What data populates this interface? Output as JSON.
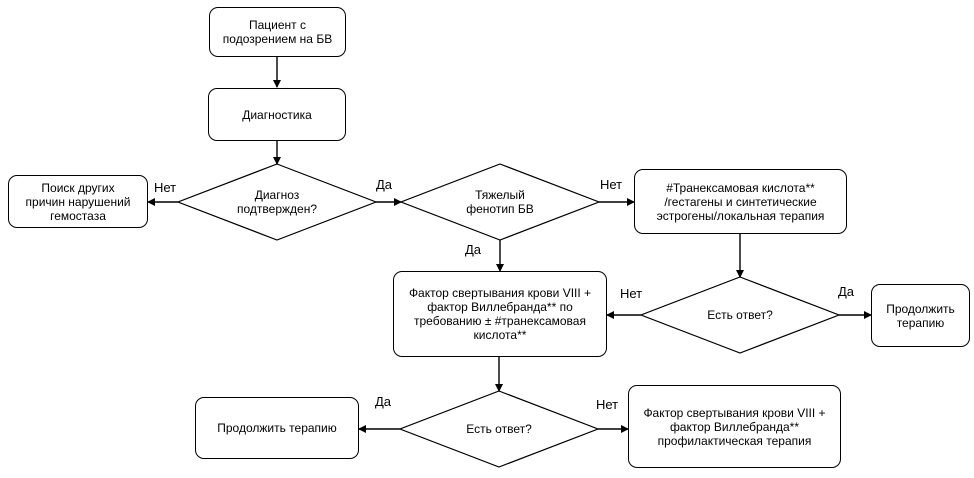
{
  "nodes": {
    "start": "Пациент с\nподозрением на БВ",
    "diagnostics": "Диагностика",
    "diagnosis_confirmed": "Диагноз\nподтвержден?",
    "other_causes": "Поиск других\nпричин нарушений\nгемостаза",
    "severe_phenotype": "Тяжелый\nфенотип БВ",
    "tranexamic_therapy": "#Транексамовая кислота**\n/гестагены и синтетические\nэстрогены/локальная терапия",
    "response_right": "Есть ответ?",
    "continue_right": "Продолжить\nтерапию",
    "factor_on_demand": "Фактор свертывания крови VIII +\nфактор Виллебранда** по\nтребованию ± #транексамовая\nкислота**",
    "response_bottom": "Есть ответ?",
    "continue_bottom": "Продолжить терапию",
    "factor_prophylaxis": "Фактор свертывания крови VIII +\nфактор Виллебранда**\nпрофилактическая терапия"
  },
  "edge_labels": {
    "no_diagnosis": "Нет",
    "yes_diagnosis": "Да",
    "no_severe": "Нет",
    "yes_severe": "Да",
    "no_response_right": "Нет",
    "yes_response_right": "Да",
    "yes_response_bottom": "Да",
    "no_response_bottom": "Нет"
  }
}
